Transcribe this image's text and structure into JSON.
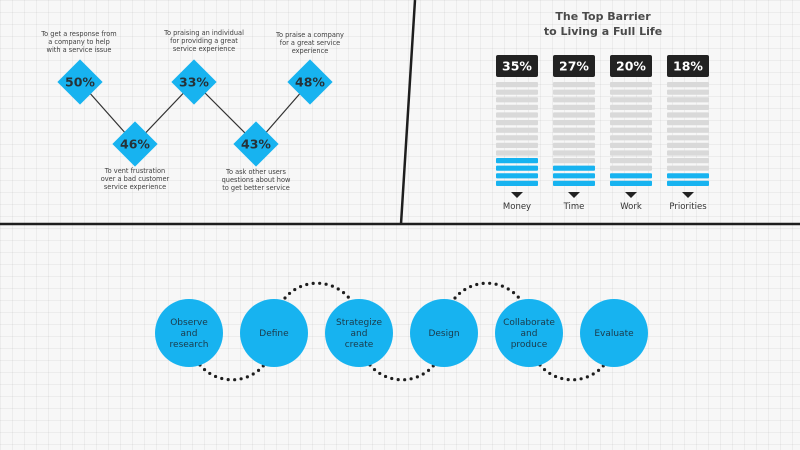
{
  "colors": {
    "accent": "#17b3f0",
    "dark": "#222222",
    "cell": "#d9d9d9",
    "line": "#1e1e1e"
  },
  "survey": {
    "points": [
      {
        "value": "50%",
        "caption": [
          "To get a response from",
          "a company to help",
          "with a service issue"
        ]
      },
      {
        "value": "46%",
        "caption": [
          "To vent frustration",
          "over a bad customer",
          "service experience"
        ]
      },
      {
        "value": "33%",
        "caption": [
          "To praising an individual",
          "for providing a great",
          "service experience"
        ]
      },
      {
        "value": "43%",
        "caption": [
          "To ask other users",
          "questions about how",
          "to get better service"
        ]
      },
      {
        "value": "48%",
        "caption": [
          "To praise a company",
          "for a great service",
          "experience"
        ]
      }
    ]
  },
  "barrier": {
    "title": [
      "The Top Barrier",
      "to Living a Full Life"
    ],
    "columns": [
      {
        "label": "Money",
        "value": "35%",
        "level": 0.35
      },
      {
        "label": "Time",
        "value": "27%",
        "level": 0.27
      },
      {
        "label": "Work",
        "value": "20%",
        "level": 0.2
      },
      {
        "label": "Priorities",
        "value": "18%",
        "level": 0.18
      }
    ]
  },
  "process": {
    "steps": [
      {
        "label": [
          "Observe",
          "and",
          "research"
        ]
      },
      {
        "label": [
          "Define"
        ]
      },
      {
        "label": [
          "Strategize",
          "and",
          "create"
        ]
      },
      {
        "label": [
          "Design"
        ]
      },
      {
        "label": [
          "Collaborate",
          "and",
          "produce"
        ]
      },
      {
        "label": [
          "Evaluate"
        ]
      }
    ]
  }
}
